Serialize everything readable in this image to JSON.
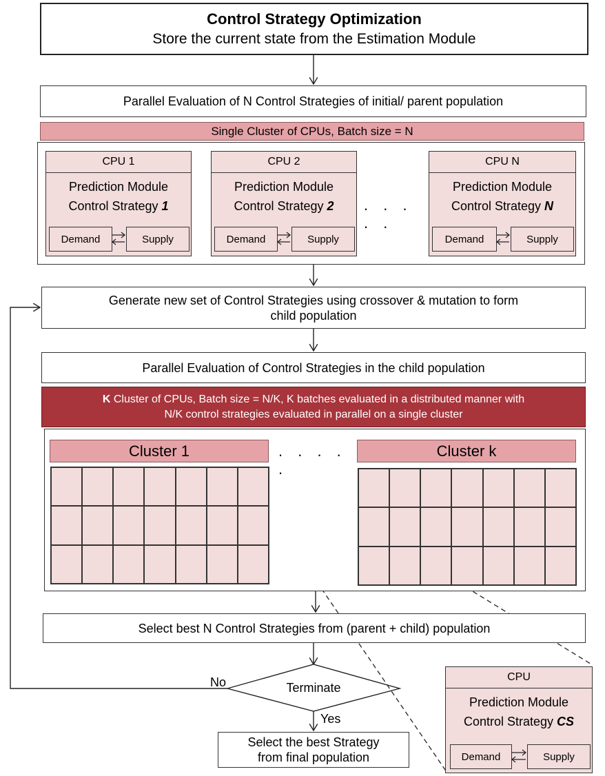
{
  "title": {
    "main": "Control Strategy Optimization",
    "sub": "Store the current state from the Estimation Module"
  },
  "parent_eval": "Parallel Evaluation of N Control Strategies of initial/ parent population",
  "single_cluster": "Single Cluster of CPUs, Batch size = N",
  "cpus": [
    {
      "head": "CPU 1",
      "line1": "Prediction Module",
      "line2": "Control Strategy ",
      "num": "1"
    },
    {
      "head": "CPU 2",
      "line1": "Prediction Module",
      "line2": "Control Strategy ",
      "num": "2"
    },
    {
      "head": "CPU N",
      "line1": "Prediction Module",
      "line2": "Control Strategy ",
      "num": "N"
    }
  ],
  "demand": "Demand",
  "supply": "Supply",
  "cpu_dots": ". . . . .",
  "generate": {
    "line1": "Generate new set of Control Strategies using crossover & mutation to form",
    "line2": "child population"
  },
  "child_eval": "Parallel Evaluation of Control Strategies in the child population",
  "k_cluster": {
    "bold": "K",
    "line1_rest": " Cluster of CPUs,  Batch size = N/K,  K batches evaluated in a distributed manner with",
    "line2": "N/K control strategies evaluated in parallel on a single cluster"
  },
  "cluster1": "Cluster 1",
  "clusterk": "Cluster k",
  "cluster_dots": ". . . . .",
  "select_best": "Select best N Control Strategies from (parent + child) population",
  "terminate": "Terminate",
  "no_label": "No",
  "yes_label": "Yes",
  "final": {
    "line1": "Select the best Strategy",
    "line2": "from final population"
  },
  "cpu_detail": {
    "head": "CPU",
    "line1": "Prediction Module",
    "line2": "Control Strategy ",
    "bold": "CS"
  }
}
